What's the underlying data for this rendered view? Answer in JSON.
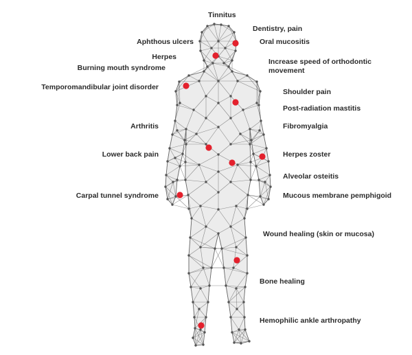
{
  "labels": {
    "left": [
      "Aphthous ulcers",
      "Herpes",
      "Burning mouth syndrome",
      "Temporomandibular joint disorder",
      "Arthritis",
      "Lower back pain",
      "Carpal tunnel syndrome"
    ],
    "right": [
      "Tinnitus",
      "Dentistry, pain",
      "Oral mucositis",
      "Increase speed of orthodontic movement",
      "Shoulder pain",
      "Post-radiation mastitis",
      "Fibromyalgia",
      "Herpes zoster",
      "Alveolar osteitis",
      "Mucous membrane pemphigoid",
      "Wound healing (skin or mucosa)",
      "Bone healing",
      "Hemophilic ankle arthropathy"
    ]
  },
  "colors": {
    "marker": "#e3212d",
    "mesh": "#6b6b6b",
    "node": "#555555",
    "text": "#2b2b2b"
  }
}
